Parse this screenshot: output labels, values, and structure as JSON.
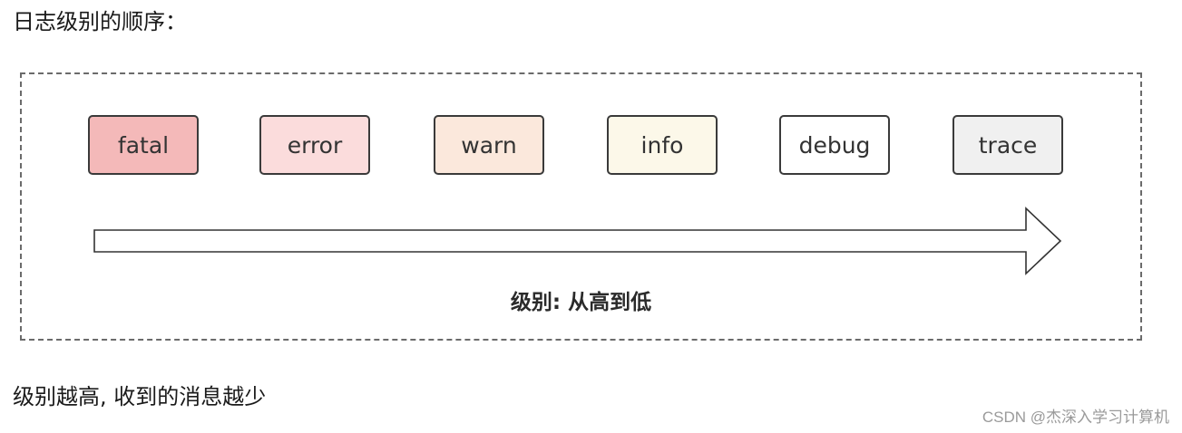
{
  "heading": "日志级别的顺序：",
  "levels": [
    {
      "label": "fatal",
      "fill": "#f4b9b9"
    },
    {
      "label": "error",
      "fill": "#fbdcdc"
    },
    {
      "label": "warn",
      "fill": "#fbe8dc"
    },
    {
      "label": "info",
      "fill": "#fcf8e9"
    },
    {
      "label": "debug",
      "fill": "#ffffff"
    },
    {
      "label": "trace",
      "fill": "#f0f0f0"
    }
  ],
  "axis_caption": "级别: 从高到低",
  "footer": "级别越高, 收到的消息越少",
  "watermark": "CSDN @杰深入学习计算机",
  "colors": {
    "box_border": "#3a3a3a",
    "dashed_frame": "#6b6b6b",
    "arrow_stroke": "#333333"
  }
}
